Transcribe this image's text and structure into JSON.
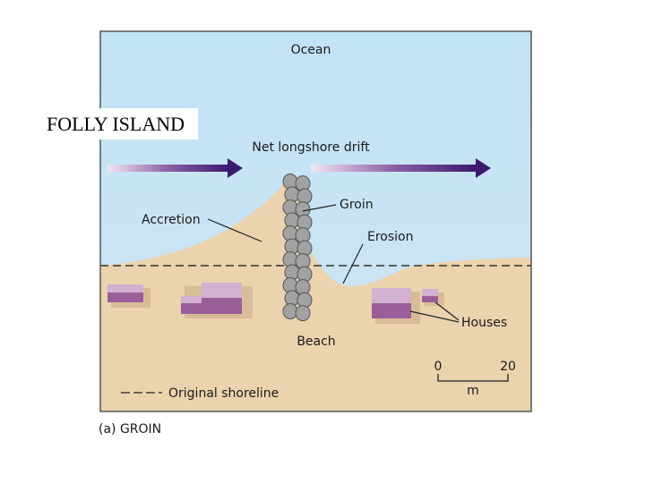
{
  "title": "FOLLY ISLAND",
  "labels": {
    "ocean": "Ocean",
    "drift": "Net longshore drift",
    "groin": "Groin",
    "accretion": "Accretion",
    "erosion": "Erosion",
    "houses": "Houses",
    "beach": "Beach",
    "legend": "Original shoreline",
    "caption": "(a) GROIN"
  },
  "scale": {
    "start": "0",
    "end": "20",
    "unit": "m"
  },
  "colors": {
    "ocean": "#c6e4f6",
    "sand": "#ebd3ad",
    "arrow": "#3b1a6e",
    "house_top": "#d2b0d0",
    "house_side": "#9a5f98",
    "stone": "#9a9a9a"
  }
}
